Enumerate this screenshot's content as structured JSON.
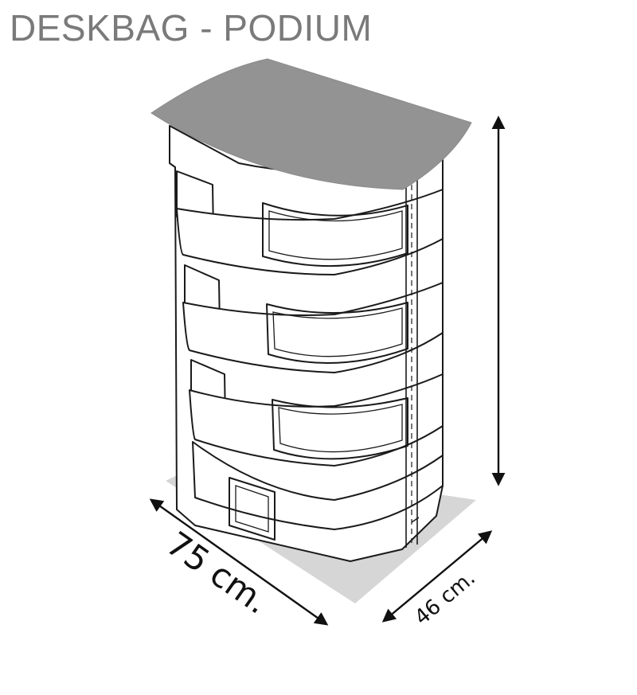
{
  "title": "DESKBAG - PODIUM",
  "dimensions": {
    "width_label": "75 cm.",
    "depth_label": "46 cm."
  },
  "colors": {
    "title_gray": "#7a7a7a",
    "top_surface": "#939393",
    "shadow": "#d6d6d6",
    "line": "#1a1a1a"
  }
}
